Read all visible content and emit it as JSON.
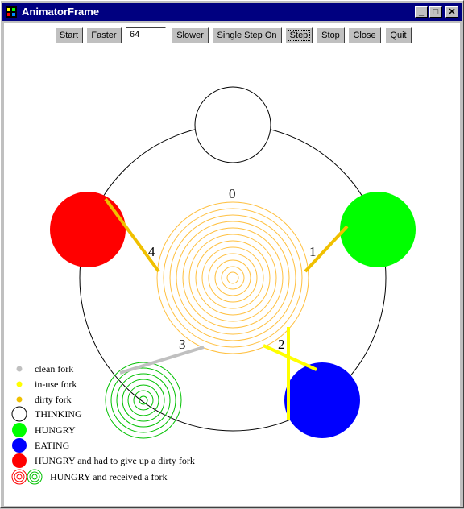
{
  "window": {
    "title": "AnimatorFrame",
    "app_icon": "java-app-icon",
    "controls": {
      "minimize": "_",
      "maximize": "□",
      "close": "✕"
    }
  },
  "toolbar": {
    "start": "Start",
    "faster": "Faster",
    "speed_value": "64",
    "slower": "Slower",
    "single_step": "Single Step On",
    "step": "Step",
    "stop": "Stop",
    "close": "Close",
    "quit": "Quit"
  },
  "philosophers": [
    {
      "id": "0",
      "state": "THINKING"
    },
    {
      "id": "1",
      "state": "HUNGRY"
    },
    {
      "id": "2",
      "state": "EATING"
    },
    {
      "id": "3",
      "state": "HUNGRY and received a fork"
    },
    {
      "id": "4",
      "state": "HUNGRY and had to give up a dirty fork"
    }
  ],
  "fork_labels": [
    "0",
    "1",
    "2",
    "3",
    "4"
  ],
  "legend": {
    "clean_fork": "clean fork",
    "in_use_fork": "in-use fork",
    "dirty_fork": "dirty fork",
    "thinking": "THINKING",
    "hungry": "HUNGRY",
    "eating": "EATING",
    "gave_up": "HUNGRY and had to give up a dirty fork",
    "received": "HUNGRY and received a fork"
  },
  "colors": {
    "clean": "#c0c0c0",
    "in_use": "#ffff00",
    "dirty": "#f0c000",
    "hungry": "#00ff00",
    "eating": "#0000ff",
    "gave_up": "#ff0000",
    "table_rings": "#ffc040"
  }
}
